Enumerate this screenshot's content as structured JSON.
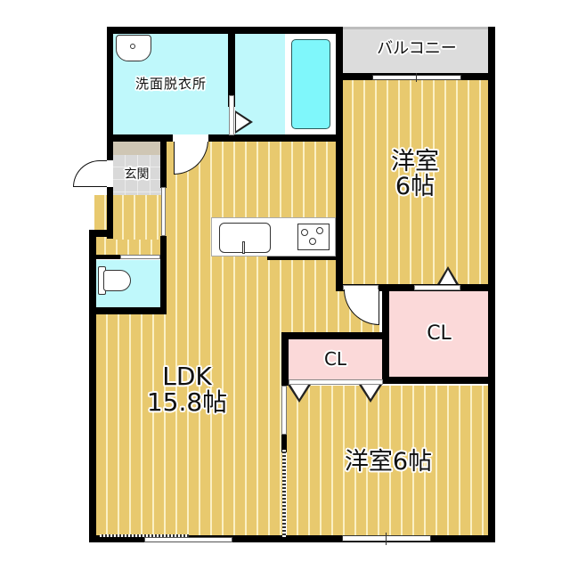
{
  "floor_plan": {
    "rooms": {
      "washroom": {
        "label": "洗面脱衣所"
      },
      "entrance": {
        "label": "玄関"
      },
      "balcony": {
        "label": "バルコニー"
      },
      "western_room_north": {
        "label_line1": "洋室",
        "label_line2": "6帖"
      },
      "ldk": {
        "label_line1": "LDK",
        "label_line2": "15.8帖"
      },
      "closet_small": {
        "label": "CL"
      },
      "closet_large": {
        "label": "CL"
      },
      "western_room_south": {
        "label": "洋室6帖"
      }
    },
    "fixtures": [
      "washbasin",
      "bathtub",
      "kitchen-sink",
      "stove-3-burner",
      "toilet"
    ],
    "colors": {
      "wood_floor": "#e8c96e",
      "floor_stripe": "#fbf0c4",
      "wet_area": "#bff8fb",
      "bathtub": "#7ff7fb",
      "closet": "#fbd9d9",
      "balcony": "#dcdcdc",
      "genkan_tile": "#d9d9d9",
      "wall": "#000000"
    }
  }
}
